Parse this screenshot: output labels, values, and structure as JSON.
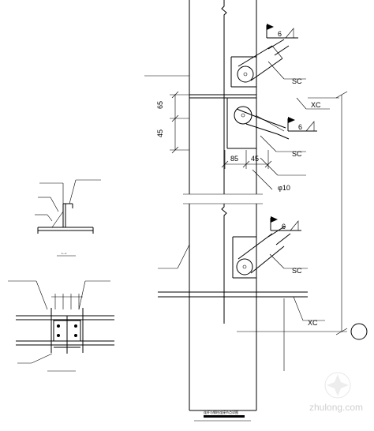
{
  "drawing": {
    "title": "连杆与钢柱连接节点详图",
    "dimensions": {
      "d_65_upper": "65",
      "d_45_upper": "45",
      "d_85": "85",
      "d_45_lower": "45"
    },
    "weld": {
      "callout_1": "6",
      "callout_2": "6",
      "callout_3": "6"
    },
    "labels": {
      "sc_1": "SC",
      "sc_2": "SC",
      "sc_3": "SC",
      "xc_1": "XC",
      "xc_2": "XC",
      "phi": "φ10"
    },
    "left_details": {
      "section_mark": "1—1"
    },
    "watermark": {
      "site": "zhulong.com"
    }
  }
}
